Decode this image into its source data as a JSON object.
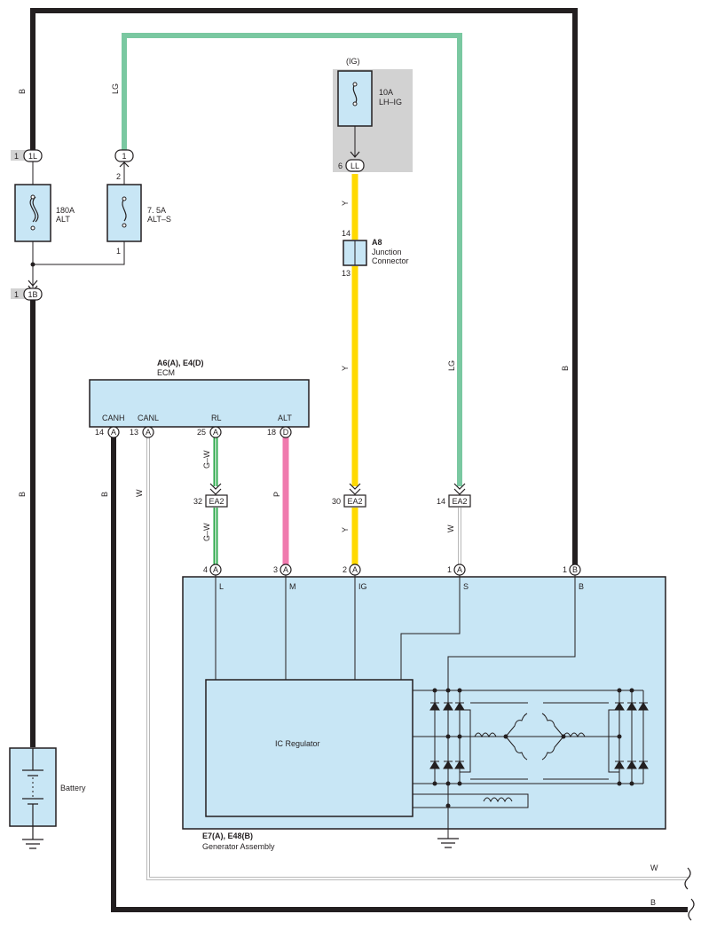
{
  "colors": {
    "black_wire": "#231f20",
    "lg_wire": "#7ac8a1",
    "yellow_wire": "#ffd900",
    "green_wire": "#2aa84a",
    "pink_wire": "#f07aae",
    "white_wire": "#b0b0b0",
    "component_fill": "#c8e6f5",
    "ig_shade": "#d2d2d2"
  },
  "wire_codes": {
    "b": "B",
    "lg": "LG",
    "y": "Y",
    "gw": "G–W",
    "p": "P",
    "w": "W"
  },
  "fuses": {
    "alt": {
      "rating": "180A",
      "name": "ALT"
    },
    "alt_s": {
      "rating": "7. 5A",
      "name": "ALT–S"
    },
    "lh_ig": {
      "rating": "10A",
      "name": "LH–IG",
      "circuit": "(IG)"
    }
  },
  "connectors": {
    "c1l": {
      "pin": "1",
      "code": "1L"
    },
    "c1": {
      "code": "1"
    },
    "c1b": {
      "pin": "1",
      "code": "1B"
    },
    "ll": {
      "pin": "6",
      "code": "LL"
    },
    "pin2": "2",
    "pin1": "1",
    "a8_pin_top": "14",
    "a8_pin_bottom": "13",
    "ea2": "EA2",
    "ea2_gw_pin": "32",
    "ea2_y_pin": "30",
    "ea2_lg_pin": "14"
  },
  "junction": {
    "id": "A8",
    "line1": "Junction",
    "line2": "Connector"
  },
  "ecm": {
    "id": "A6(A), E4(D)",
    "name": "ECM",
    "terminals": [
      {
        "label": "CANH",
        "pin": "14",
        "conn": "A"
      },
      {
        "label": "CANL",
        "pin": "13",
        "conn": "A"
      },
      {
        "label": "RL",
        "pin": "25",
        "conn": "A"
      },
      {
        "label": "ALT",
        "pin": "18",
        "conn": "D"
      }
    ]
  },
  "generator": {
    "id": "E7(A), E48(B)",
    "name": "Generator Assembly",
    "regulator": "IC Regulator",
    "terminals": [
      {
        "label": "L",
        "pin": "4",
        "conn": "A"
      },
      {
        "label": "M",
        "pin": "3",
        "conn": "A"
      },
      {
        "label": "IG",
        "pin": "2",
        "conn": "A"
      },
      {
        "label": "S",
        "pin": "1",
        "conn": "A"
      },
      {
        "label": "B",
        "pin": "1",
        "conn": "B"
      }
    ]
  },
  "battery": {
    "name": "Battery"
  }
}
